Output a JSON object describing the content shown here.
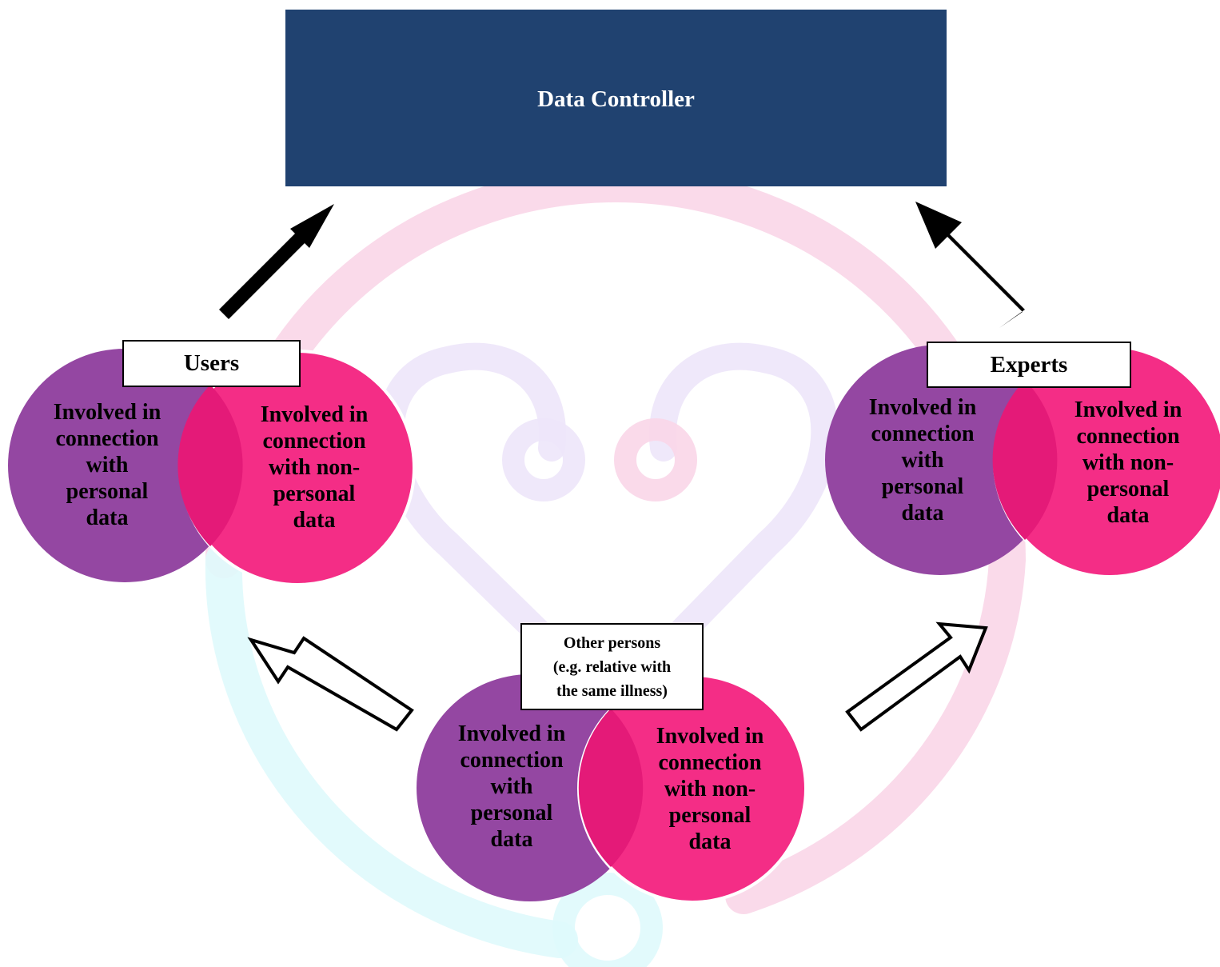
{
  "colors": {
    "controller_fill": "#204270",
    "personal_circle": "#9447A2",
    "nonpersonal_circle": "#F42D86",
    "overlap": "#E41A78",
    "arrow_solid": "#000000",
    "arrow_outline": "#000000",
    "watermark_pink": "#FAD6E8",
    "watermark_cyan": "#DFF9FC",
    "watermark_lavender": "#EDE6FA"
  },
  "controller": {
    "label": "Data Controller"
  },
  "groups": [
    {
      "title": "Users",
      "personal_text": "Involved in\nconnection\nwith\npersonal\ndata",
      "nonpersonal_text": "Involved in\nconnection\nwith non-\npersonal\ndata"
    },
    {
      "title": "Experts",
      "personal_text": "Involved in\nconnection\nwith\npersonal\ndata",
      "nonpersonal_text": "Involved in\nconnection\nwith non-\npersonal\ndata"
    },
    {
      "title": "Other persons\n(e.g. relative with\nthe same illness)",
      "personal_text": "Involved in\nconnection\nwith\npersonal\ndata",
      "nonpersonal_text": "Involved in\nconnection\nwith non-\npersonal\ndata"
    }
  ],
  "arrows": [
    {
      "from": "Users",
      "to": "Data Controller",
      "style": "solid"
    },
    {
      "from": "Experts",
      "to": "Data Controller",
      "style": "solid"
    },
    {
      "from": "Other persons",
      "to": "Users",
      "style": "outline"
    },
    {
      "from": "Other persons",
      "to": "Experts",
      "style": "outline"
    }
  ]
}
